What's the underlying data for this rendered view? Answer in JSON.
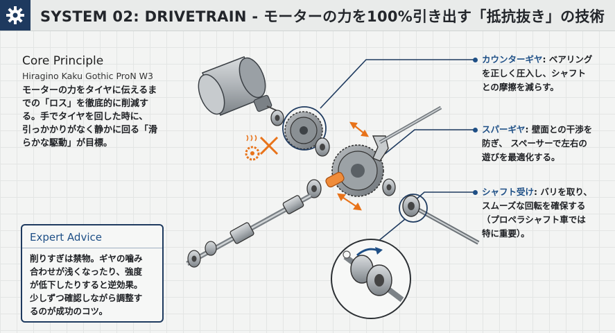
{
  "header": {
    "title": "SYSTEM 02: DRIVETRAIN - モーターの力を100%引き出す「抵抗抜き」の技術",
    "icon": "gear-icon"
  },
  "core": {
    "heading": "Core Principle",
    "font_note": "Hiragino Kaku Gothic ProN W3",
    "lines": [
      "モーターの力をタイヤに伝えるま",
      "での「ロス」を徹底的に削減す",
      "る。手でタイヤを回した時に、",
      "引っかかりがなく静かに回る「滑",
      "らかな駆動」が目標。"
    ]
  },
  "advice": {
    "title": "Expert Advice",
    "lines": [
      "削りすぎは禁物。ギヤの噛み",
      "合わせが浅くなったり、強度",
      "が低下したりすると逆効果。",
      "少しずつ確認しながら調整す",
      "るのが成功のコツ。"
    ]
  },
  "callouts": [
    {
      "term": "カウンターギヤ",
      "lines": [
        ": ベアリング",
        "を正しく圧入し、シャフト",
        "との摩擦を減らす。"
      ]
    },
    {
      "term": "スパーギヤ",
      "lines": [
        ": 壁面との干渉を",
        "防ぎ、 スペーサーで左右の",
        "遊びを最適化する。"
      ]
    },
    {
      "term": "シャフト受け",
      "lines": [
        ": バリを取り、",
        "スムーズな回転を確保する",
        "（プロペラシャフト車では",
        "特に重要）。"
      ]
    }
  ],
  "colors": {
    "navy": "#1e3a5f",
    "accent_blue": "#1e4f86",
    "friction_orange": "#e8731a"
  },
  "icons": [
    "gear-icon",
    "friction-cross-icon",
    "rotation-arrow-icon"
  ]
}
